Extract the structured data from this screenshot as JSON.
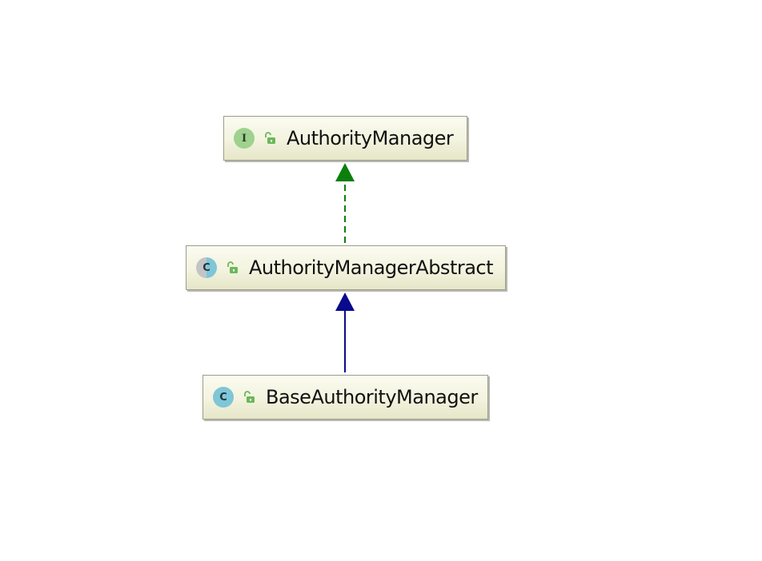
{
  "diagram": {
    "nodes": [
      {
        "id": "authority-manager",
        "label": "AuthorityManager",
        "kind": "interface",
        "kind_letter": "I",
        "visibility_icon": "unlocked-icon"
      },
      {
        "id": "authority-manager-abstract",
        "label": "AuthorityManagerAbstract",
        "kind": "abstract-class",
        "kind_letter": "C",
        "visibility_icon": "unlocked-icon"
      },
      {
        "id": "base-authority-manager",
        "label": "BaseAuthorityManager",
        "kind": "class",
        "kind_letter": "C",
        "visibility_icon": "unlocked-icon"
      }
    ],
    "edges": [
      {
        "from": "authority-manager-abstract",
        "to": "authority-manager",
        "relation": "implements",
        "style": "dashed",
        "color": "#0b7f0b"
      },
      {
        "from": "base-authority-manager",
        "to": "authority-manager-abstract",
        "relation": "extends",
        "style": "solid",
        "color": "#0a0a8c"
      }
    ],
    "colors": {
      "interface_icon": "#9fd28e",
      "class_icon": "#7fc6d6",
      "abstract_icon_half": "#c4c4c4",
      "lock_icon": "#6bb85a",
      "node_border": "#9c9c8e"
    }
  }
}
